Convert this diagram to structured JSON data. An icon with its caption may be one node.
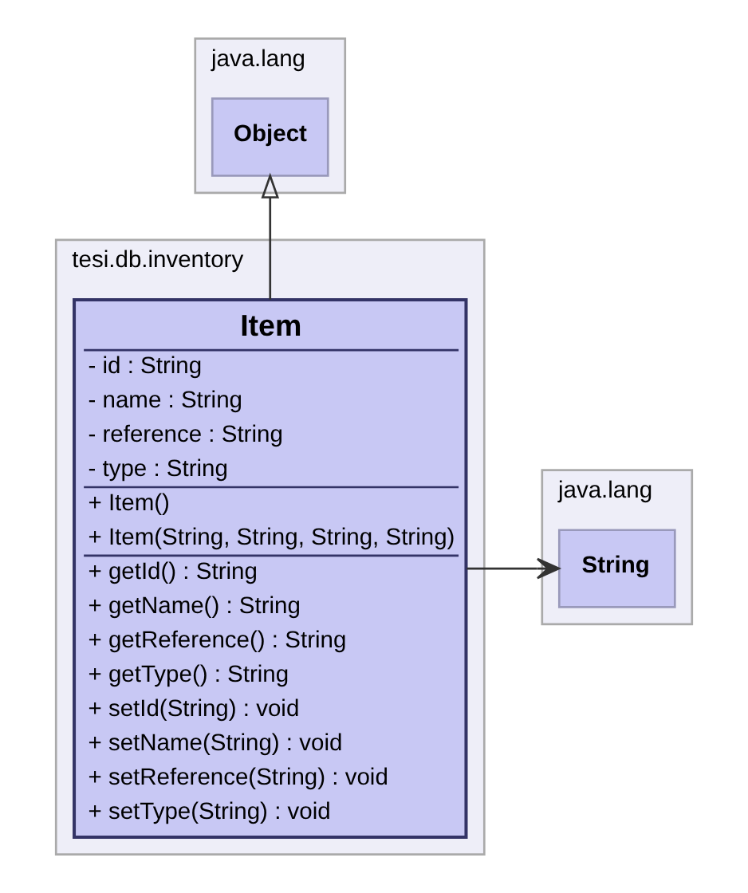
{
  "diagram": {
    "nodes": [
      {
        "text": [
          "java.lang"
        ]
      },
      {
        "text": [
          "Object"
        ],
        "in": 0
      },
      {
        "text": [
          "java.lang"
        ]
      },
      {
        "text": [
          "String"
        ],
        "in": 2
      },
      {
        "text": [
          "tesi.db.inventory"
        ]
      },
      {
        "text": [
          "Item",
          "- id : String",
          "- name : String",
          "- reference : String",
          "- type : String",
          "+ Item()",
          "+ Item(String, String, String, String)",
          "+ getId() : String",
          "+ getName() : String",
          "+ getReference() : String",
          "+ getType() : String",
          "+ setId(String) : void",
          "+ setName(String) : void",
          "+ setReference(String) : void",
          "+ setType(String) : void"
        ],
        "in": 4
      }
    ],
    "edges": [
      {
        "from": 5,
        "to": 1,
        "arrow": "to"
      },
      {
        "from": 5,
        "to": 3,
        "arrow": "to"
      }
    ]
  }
}
